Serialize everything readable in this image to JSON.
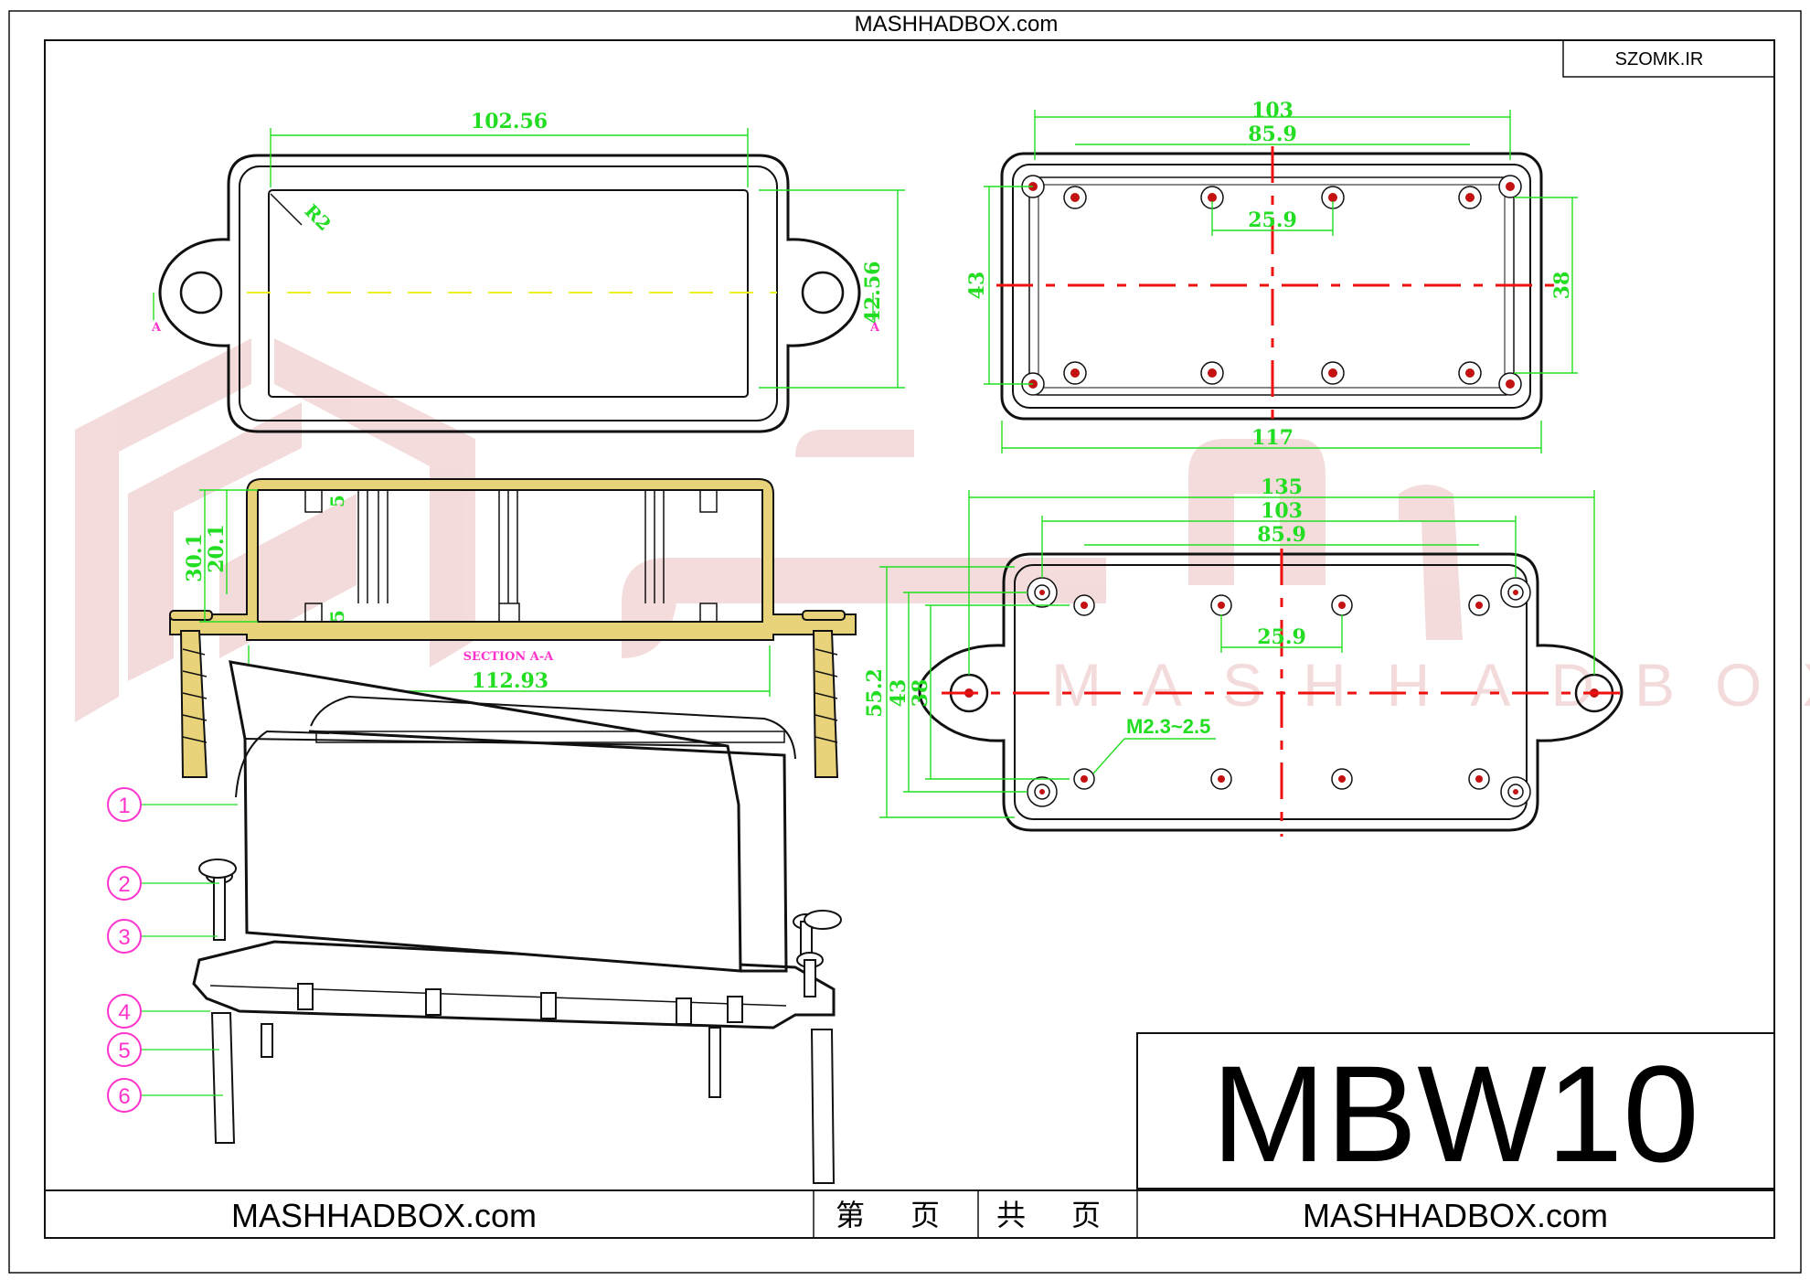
{
  "sheet": {
    "header": "MASHHADBOX.com",
    "corner_tag": "SZOMK.IR",
    "model": "MBW10",
    "footer_left": "MASHHADBOX.com",
    "footer_right": "MASHHADBOX.com",
    "footer_cells": [
      "第",
      "页",
      "共",
      "页"
    ]
  },
  "watermark": "MASHHADBOX",
  "views": {
    "top_outer": {
      "width": "102.56",
      "height": "42.56",
      "radius": "R2",
      "section_mark": "A"
    },
    "top_inner": {
      "outer_width": "103",
      "inner_width": "85.9",
      "hole_pitch": "25.9",
      "height_outer": "43",
      "height_inner": "38",
      "length": "117"
    },
    "section": {
      "label": "SECTION A-A",
      "length": "112.93",
      "height_outer": "30.1",
      "height_inner": "20.1",
      "small_a": "5",
      "small_b": "5"
    },
    "bottom": {
      "total": "135",
      "width": "103",
      "inner_width": "85.9",
      "hole_pitch": "25.9",
      "height_total": "55.2",
      "height_mid": "43",
      "height_inner": "38",
      "screw": "M2.3~2.5"
    }
  },
  "parts": [
    "1",
    "2",
    "3",
    "4",
    "5",
    "6"
  ],
  "colors": {
    "outline": "#111111",
    "dimension": "#22dd22",
    "centerline": "#ee1111",
    "part_label": "#ff33cc",
    "section_fill": "#e8d27a"
  }
}
